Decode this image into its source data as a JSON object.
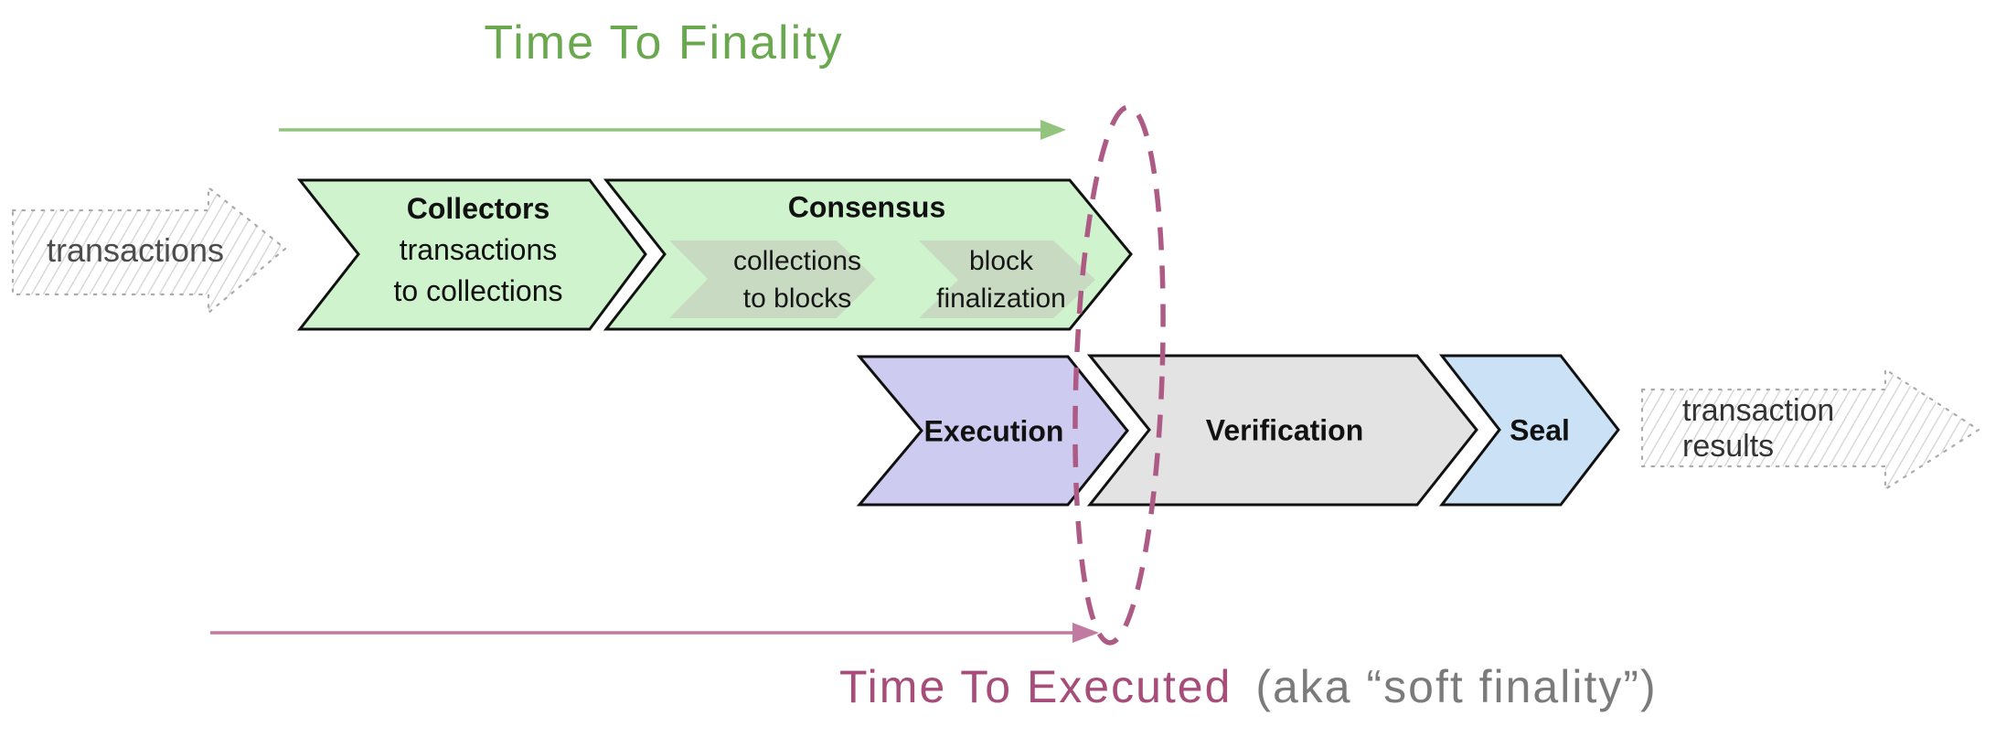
{
  "header": {
    "finality_title": "Time To Finality"
  },
  "footer": {
    "executed_title": "Time To Executed",
    "executed_suffix": "(aka “soft finality”)"
  },
  "io": {
    "input_label": "transactions",
    "output_line1": "transaction",
    "output_line2": "results"
  },
  "stages": {
    "collectors": {
      "title": "Collectors",
      "line1": "transactions",
      "line2": "to collections"
    },
    "consensus": {
      "title": "Consensus",
      "sub1": {
        "line1": "collections",
        "line2": "to blocks"
      },
      "sub2": {
        "line1": "block",
        "line2": "finalization"
      }
    },
    "execution": {
      "title": "Execution"
    },
    "verification": {
      "title": "Verification"
    },
    "seal": {
      "title": "Seal"
    }
  },
  "colors": {
    "green_title": "#6aa84f",
    "green_arrow": "#93c47d",
    "stage_green": "#cff3cd",
    "stage_green_sub": "#c6d8c1",
    "stage_purple": "#cdccf0",
    "stage_gray": "#e3e3e3",
    "stage_blue": "#cbe2f6",
    "pink_arrow": "#c27ba0",
    "pink_ellipse": "#ad5a85",
    "pink_title": "#a64d79",
    "suffix_gray": "#7b7b7b",
    "sketch_text": "#4c4c4c",
    "outline": "#111111"
  }
}
